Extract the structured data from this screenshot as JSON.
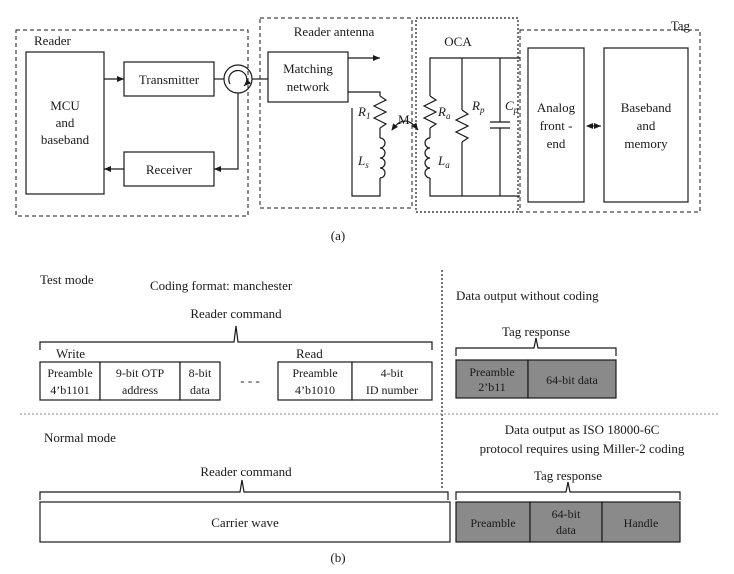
{
  "part_a": {
    "reader_label": "Reader",
    "mcu": [
      "MCU",
      "and",
      "baseband"
    ],
    "transmitter": "Transmitter",
    "receiver": "Receiver",
    "reader_antenna_label": "Reader antenna",
    "matching": [
      "Matching",
      "network"
    ],
    "r1": "R",
    "r1_sub": "1",
    "ls": "L",
    "ls_sub": "s",
    "m": "M",
    "oca_label": "OCA",
    "ra": "R",
    "ra_sub": "a",
    "la": "L",
    "la_sub": "a",
    "rp": "R",
    "rp_sub": "p",
    "cp": "C",
    "cp_sub": "p",
    "tag_label": "Tag",
    "analog": [
      "Analog",
      "front -",
      "end"
    ],
    "baseband": [
      "Baseband",
      "and",
      "memory"
    ],
    "caption": "(a)"
  },
  "part_b": {
    "test_mode": "Test mode",
    "coding_format": "Coding format: manchester",
    "reader_command": "Reader command",
    "write": "Write",
    "read": "Read",
    "write_cells": [
      [
        "Preamble",
        "4’b1101"
      ],
      [
        "9-bit OTP",
        "address"
      ],
      [
        "8-bit",
        "data"
      ]
    ],
    "dots": "- - -",
    "read_cells": [
      [
        "Preamble",
        "4’b1010"
      ],
      [
        "4-bit",
        "ID number"
      ]
    ],
    "data_output_test": "Data output without coding",
    "tag_response_test": "Tag response",
    "test_tag_cells": [
      [
        "Preamble",
        "2’b11"
      ],
      [
        "64-bit data"
      ]
    ],
    "normal_mode": "Normal mode",
    "data_output_normal": [
      "Data output as ISO 18000-6C",
      "protocol requires using Miller-2 coding"
    ],
    "reader_command_normal": "Reader command",
    "carrier_wave": "Carrier wave",
    "tag_response_normal": "Tag response",
    "normal_tag_cells": [
      [
        "Preamble"
      ],
      [
        "64-bit",
        "data"
      ],
      [
        "Handle"
      ]
    ],
    "caption": "(b)"
  }
}
